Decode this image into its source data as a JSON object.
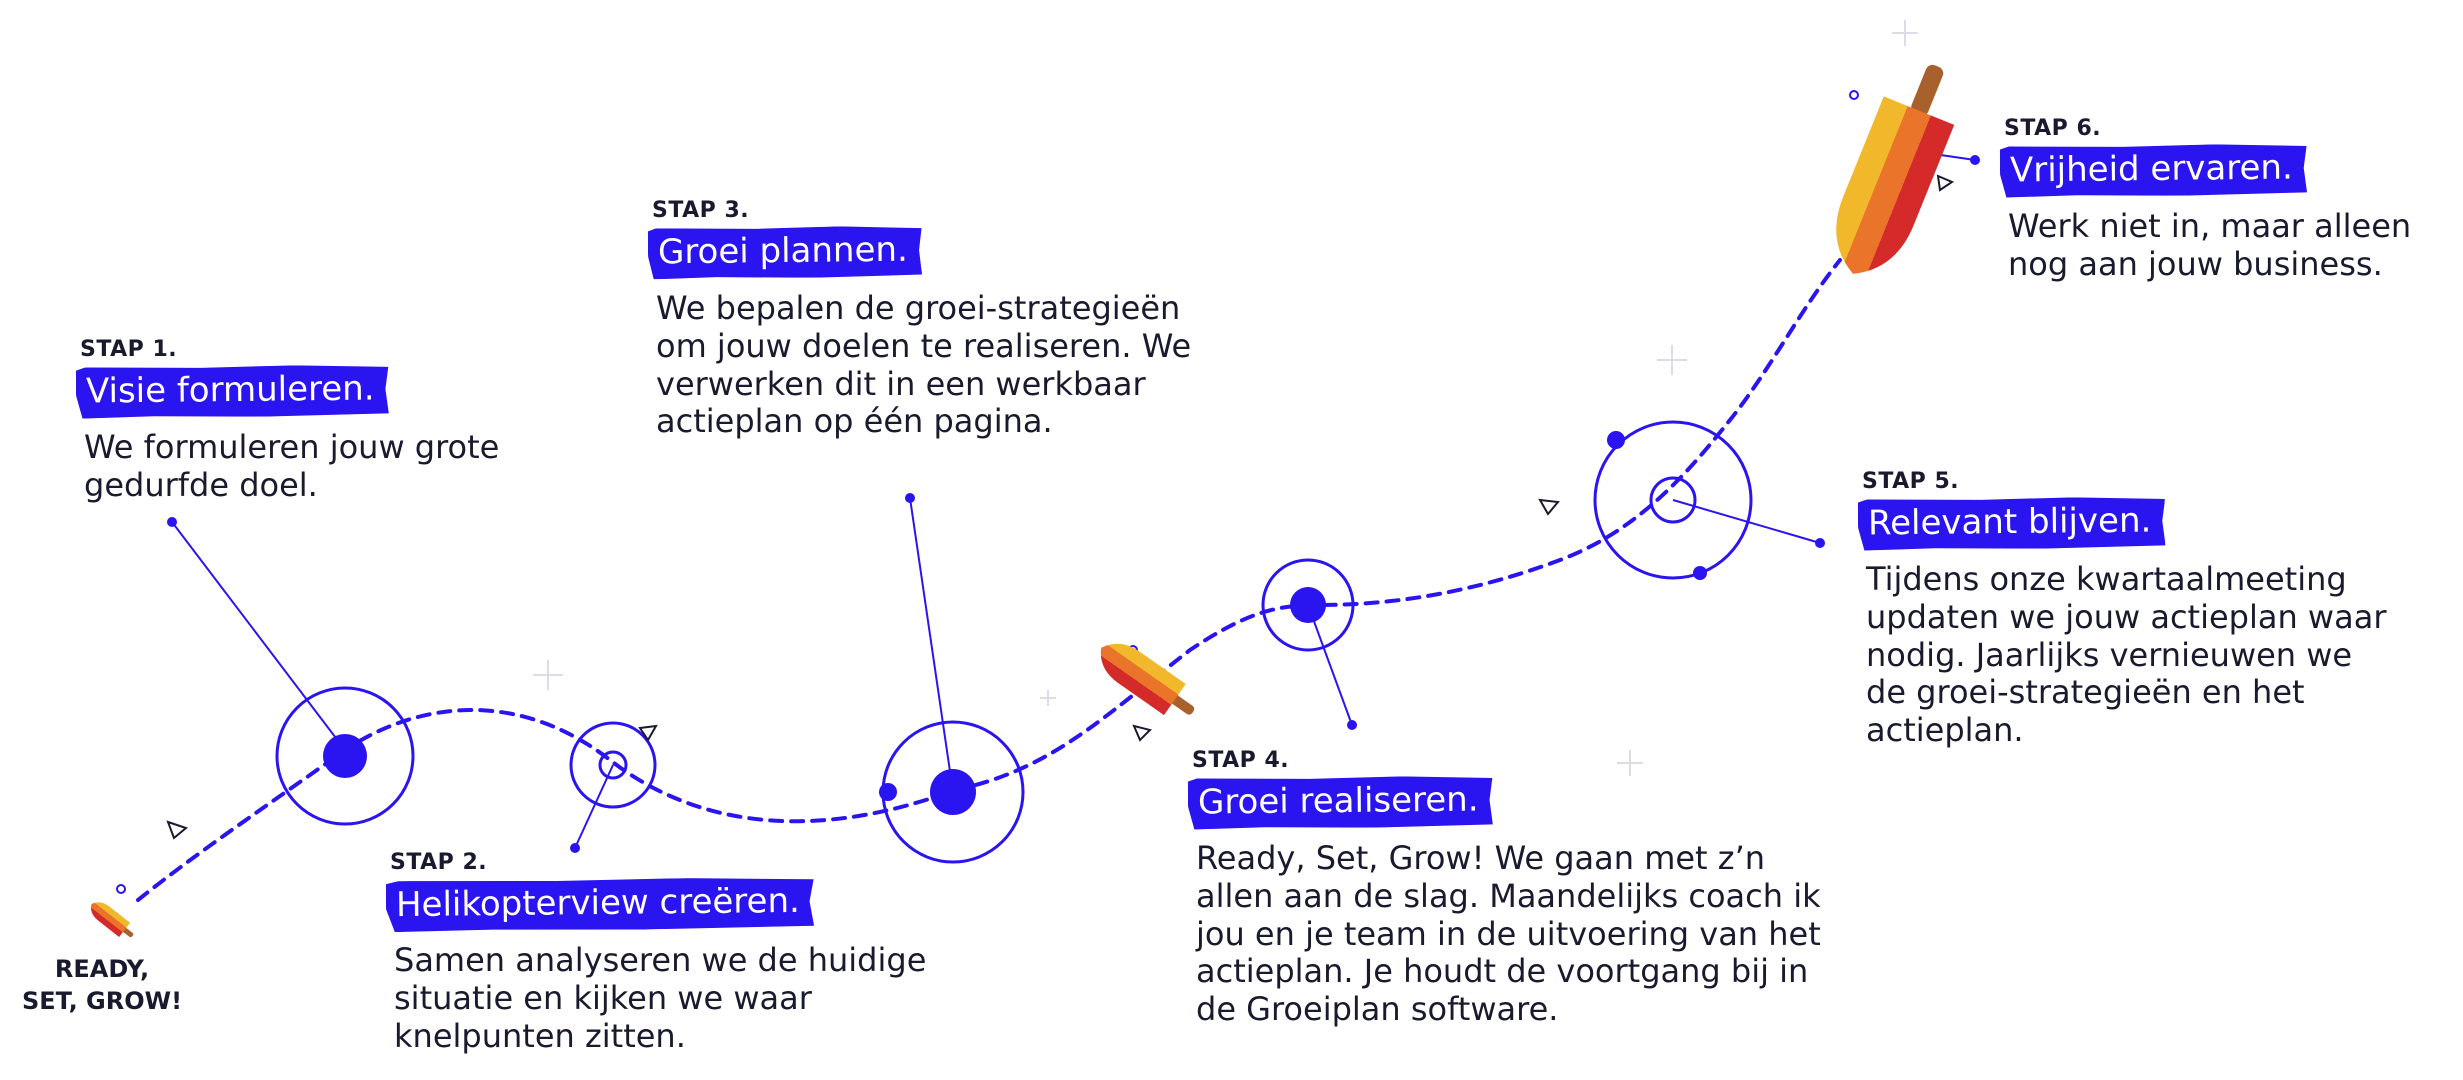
{
  "start_label": "READY,\nSET, GROW!",
  "colors": {
    "accent": "#2a14f0",
    "popsicle_red": "#d42a2a",
    "popsicle_orange": "#e9742a",
    "popsicle_yellow": "#f2b82b",
    "stick": "#a8612c"
  },
  "icons": [
    "rocket-popsicle-icon",
    "triangle-icon"
  ],
  "steps": [
    {
      "label": "STAP 1.",
      "title": "Visie formuleren.",
      "description": "We formuleren jouw grote\ngedurfde doel."
    },
    {
      "label": "STAP 2.",
      "title": "Helikopterview creëren.",
      "description": "Samen analyseren we de huidige\nsituatie en kijken we waar\nknelpunten zitten."
    },
    {
      "label": "STAP 3.",
      "title": "Groei plannen.",
      "description": "We bepalen de groei-strategieën\nom jouw doelen te realiseren. We\nverwerken dit in een werkbaar\nactieplan op één pagina."
    },
    {
      "label": "STAP 4.",
      "title": "Groei realiseren.",
      "description": "Ready, Set, Grow! We gaan met z’n\nallen aan de slag. Maandelijks coach ik\njou en je team in de uitvoering van het\nactieplan. Je houdt de voortgang bij in\nde Groeiplan software."
    },
    {
      "label": "STAP 5.",
      "title": "Relevant blijven.",
      "description": "Tijdens onze kwartaalmeeting\nupdaten we jouw actieplan waar\nnodig. Jaarlijks vernieuwen we\nde groei-strategieën en het\nactieplan."
    },
    {
      "label": "STAP 6.",
      "title": "Vrijheid ervaren.",
      "description": "Werk niet in, maar alleen\nnog aan jouw business."
    }
  ]
}
